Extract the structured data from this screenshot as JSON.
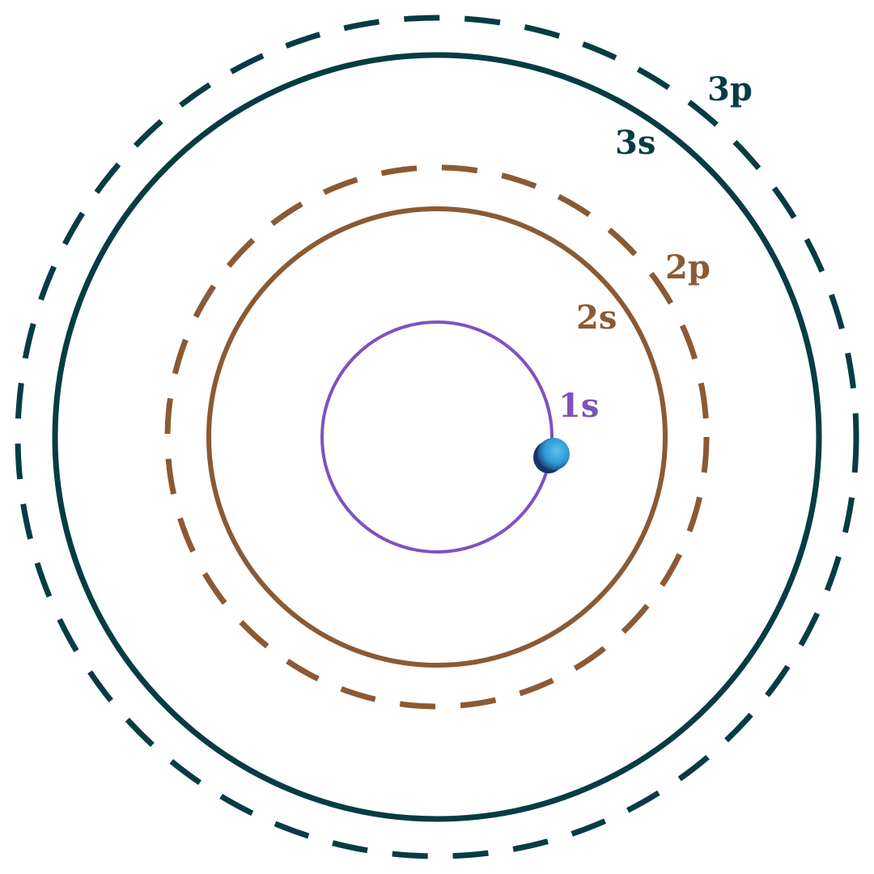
{
  "orbitals": [
    {
      "id": "1s",
      "label": "1s",
      "style": "solid",
      "color": "#7e52be"
    },
    {
      "id": "2s",
      "label": "2s",
      "style": "solid",
      "color": "#8b5a34"
    },
    {
      "id": "2p",
      "label": "2p",
      "style": "dashed",
      "color": "#8b5a34"
    },
    {
      "id": "3s",
      "label": "3s",
      "style": "solid",
      "color": "#073c44"
    },
    {
      "id": "3p",
      "label": "3p",
      "style": "dashed",
      "color": "#073c44"
    }
  ],
  "electron": {
    "orbital": "1s",
    "color": "#35a3dc"
  }
}
